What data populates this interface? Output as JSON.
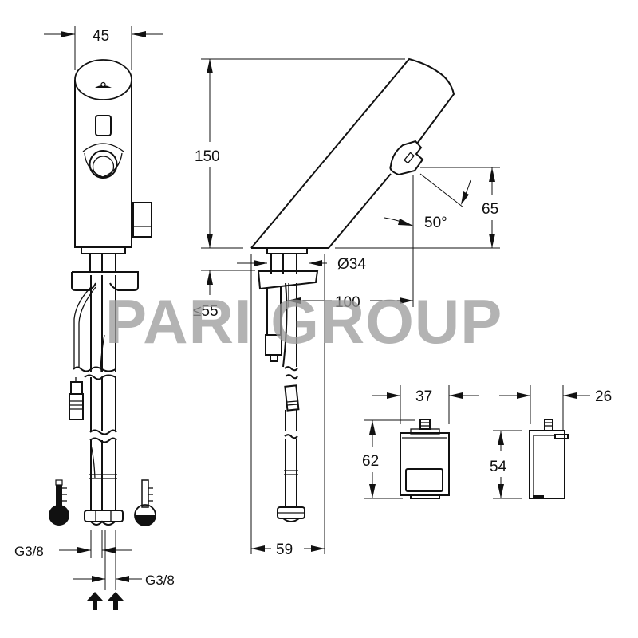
{
  "title": "Sensor basin tap dimension drawing",
  "watermark": "PARI GROUP",
  "colors": {
    "line": "#111111",
    "watermark": "#9a9a9a",
    "background": "#ffffff"
  },
  "front_view": {
    "width_label": "45",
    "hot_symbol": "thermometer-hot-icon",
    "cold_symbol": "thermometer-cold-icon",
    "connection_left_label": "G3/8",
    "connection_right_label": "G3/8",
    "flow_arrows": 2
  },
  "side_view": {
    "height_label": "150",
    "diameter_label": "Ø34",
    "sensor_height_label": "65",
    "angle_label": "50°",
    "projection_label": "100",
    "max_deck_thickness_label": "≤55",
    "base_width_label": "59"
  },
  "control_box_front": {
    "width_label": "37",
    "height_label": "62"
  },
  "control_box_side": {
    "depth_label": "26",
    "height_label": "54"
  }
}
